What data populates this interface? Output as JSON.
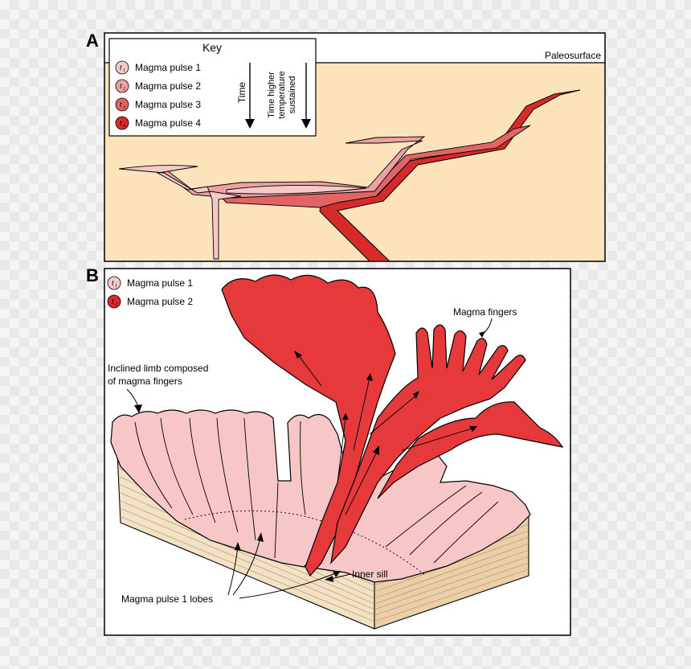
{
  "panels": {
    "a": {
      "letter": "A",
      "paleosurface_label": "Paleosurface",
      "key": {
        "title": "Key",
        "items": [
          {
            "symbol": "t",
            "sub": "1",
            "label": "Magma pulse 1",
            "color": "#f6c9c9"
          },
          {
            "symbol": "t",
            "sub": "2",
            "label": "Magma pulse 2",
            "color": "#eca2a2"
          },
          {
            "symbol": "t",
            "sub": "3",
            "label": "Magma pulse 3",
            "color": "#e26464"
          },
          {
            "symbol": "t",
            "sub": "4",
            "label": "Magma pulse 4",
            "color": "#d72a2a"
          }
        ],
        "time_label": "Time",
        "temp_lines": [
          "Time higher",
          "temperature",
          "sustained"
        ]
      }
    },
    "b": {
      "letter": "B",
      "legend": [
        {
          "symbol": "t",
          "sub": "1",
          "label": "Magma pulse 1",
          "color": "#f6c9c9"
        },
        {
          "symbol": "t",
          "sub": "2",
          "label": "Magma pulse 2",
          "color": "#d72a2a"
        }
      ],
      "annotations": {
        "magma_fingers": "Magma fingers",
        "inclined_limb_line1": "Inclined limb composed",
        "inclined_limb_line2": "of magma fingers",
        "inner_sill": "Inner sill",
        "pulse1_lobes": "Magma pulse 1 lobes"
      }
    }
  },
  "colors": {
    "sediment": "#fce3bc",
    "pulse1": "#f6c9c9",
    "pulse2": "#eca2a2",
    "pulse3": "#e26464",
    "pulse4": "#d72a2a",
    "pulse1_lobe": "#f7c6c6",
    "pulse2_lobe": "#e5393b",
    "strata": "#f3e1c5"
  }
}
